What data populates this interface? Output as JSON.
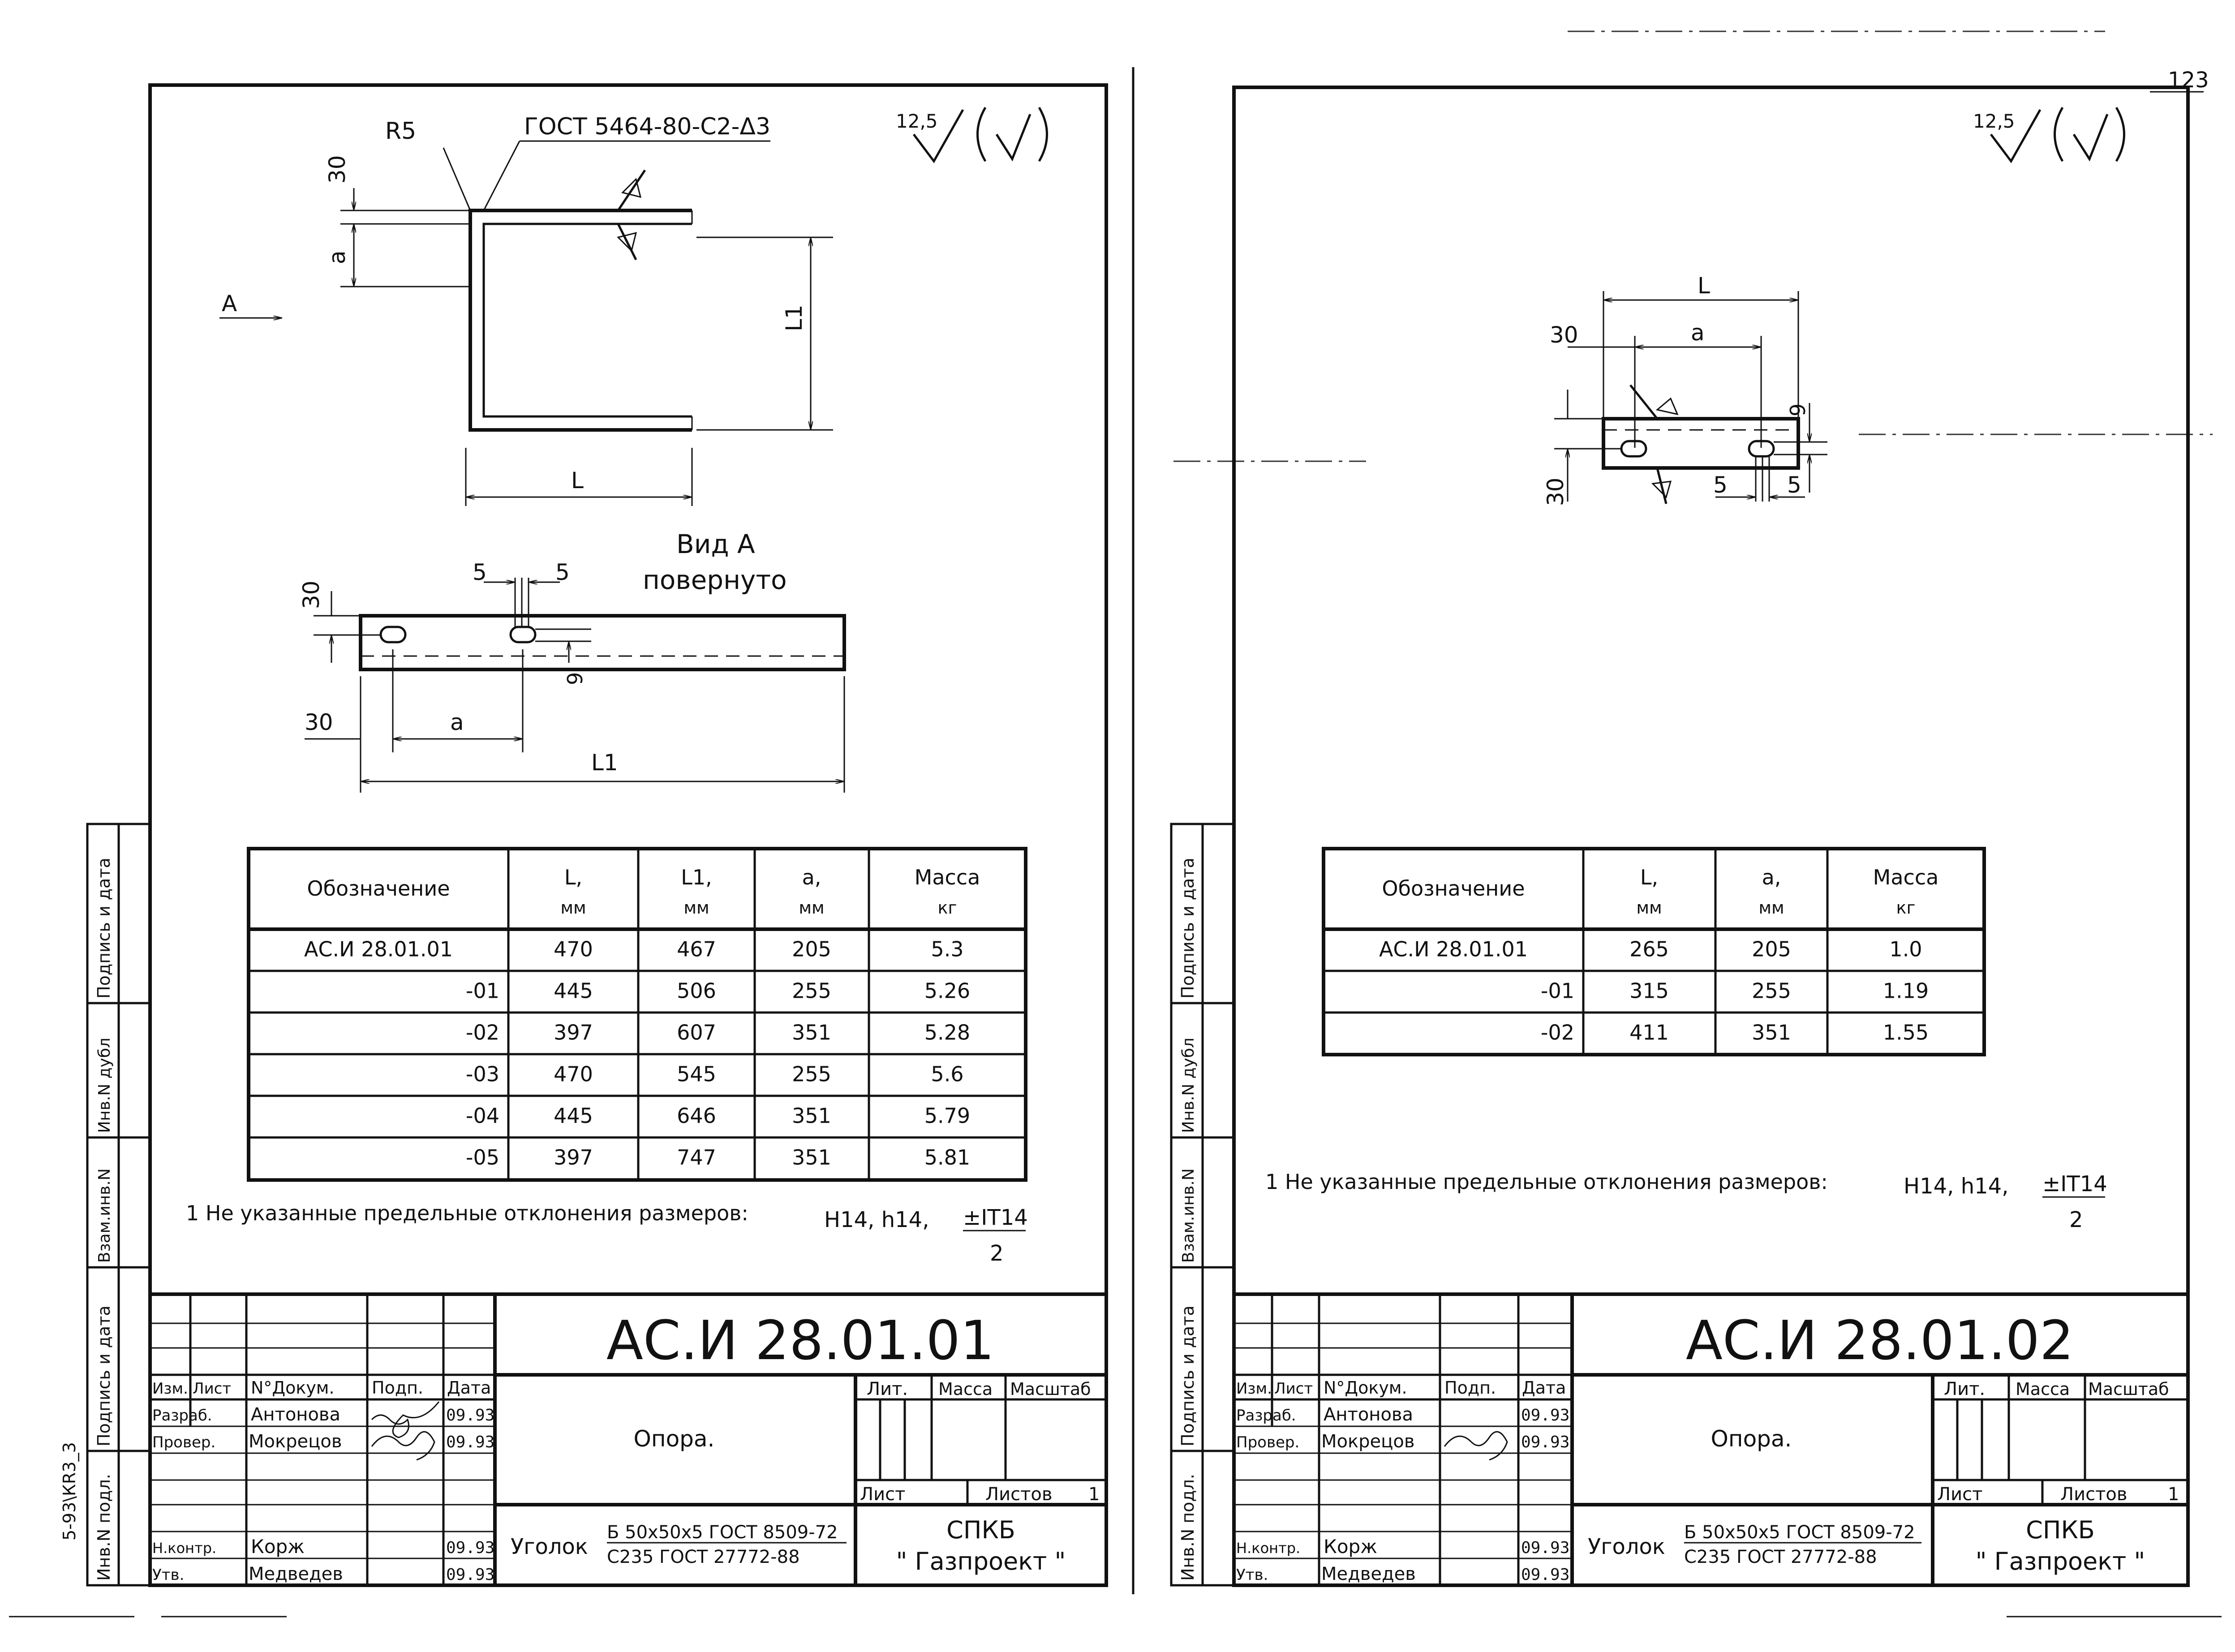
{
  "page_number": "123",
  "margin_stamp": {
    "podpis_data": "Подпись и дата",
    "inv_dubl": "Инв.N дубл",
    "vzam_inv": "Взам.инв.N",
    "podpis_data2": "Подпись и дата",
    "inv_podl": "Инв.N подл.",
    "archive_code": "5-93\\КR3_3"
  },
  "sheet1": {
    "roughness": "12,5",
    "drawing": {
      "radius": "R5",
      "weld_standard": "ГОСТ 5464-80-С2-Δ3",
      "view_arrow": "A",
      "view_title_line1": "Вид A",
      "view_title_line2": "повернуто",
      "dims": {
        "d30": "30",
        "a": "a",
        "L1": "L1",
        "L": "L",
        "d5": "5",
        "d9": "9"
      }
    },
    "table": {
      "headers": [
        "Обозначение",
        "L,\nмм",
        "L1,\nмм",
        "a,\nмм",
        "Масса\nкг"
      ],
      "header_line1": [
        "Обозначение",
        "L,",
        "L1,",
        "a,",
        "Масса"
      ],
      "header_line2": [
        "",
        "мм",
        "мм",
        "мм",
        "кг"
      ],
      "rows": [
        [
          "АС.И 28.01.01",
          "470",
          "467",
          "205",
          "5.3"
        ],
        [
          "-01",
          "445",
          "506",
          "255",
          "5.26"
        ],
        [
          "-02",
          "397",
          "607",
          "351",
          "5.28"
        ],
        [
          "-03",
          "470",
          "545",
          "255",
          "5.6"
        ],
        [
          "-04",
          "445",
          "646",
          "351",
          "5.79"
        ],
        [
          "-05",
          "397",
          "747",
          "351",
          "5.81"
        ]
      ]
    },
    "note": "1 Не указанные предельные отклонения размеров:",
    "tolerance": "H14, h14,",
    "tolerance_fraction_top": "±IT14",
    "tolerance_fraction_bottom": "2",
    "title_block": {
      "designation": "АС.И 28.01.01",
      "name": "Опора.",
      "col_headers": [
        "Изм.",
        "Лист",
        "N°Докум.",
        "Подп.",
        "Дата"
      ],
      "lit": "Лит.",
      "massa": "Масса",
      "masshtab": "Масштаб",
      "list": "Лист",
      "listov": "Листов",
      "listov_value": "1",
      "rows": [
        {
          "role": "Разраб.",
          "name": "Антонова",
          "date": "09.93"
        },
        {
          "role": "Провер.",
          "name": "Мокрецов",
          "date": "09.93"
        },
        {
          "role": "Н.контр.",
          "name": "Корж",
          "date": "09.93"
        },
        {
          "role": "Утв.",
          "name": "Медведев",
          "date": "09.93"
        }
      ],
      "material_label": "Уголок",
      "material_line1": "Б 50х50х5 ГОСТ 8509-72",
      "material_line2": "С235 ГОСТ 27772-88",
      "org_line1": "СПКБ",
      "org_line2": "\" Газпроект \""
    }
  },
  "sheet2": {
    "roughness": "12,5",
    "drawing": {
      "dims": {
        "L": "L",
        "d30": "30",
        "a": "a",
        "d9": "9",
        "d5": "5"
      }
    },
    "table": {
      "header_line1": [
        "Обозначение",
        "L,",
        "a,",
        "Масса"
      ],
      "header_line2": [
        "",
        "мм",
        "мм",
        "кг"
      ],
      "rows": [
        [
          "АС.И 28.01.01",
          "265",
          "205",
          "1.0"
        ],
        [
          "-01",
          "315",
          "255",
          "1.19"
        ],
        [
          "-02",
          "411",
          "351",
          "1.55"
        ]
      ]
    },
    "note": "1 Не указанные предельные отклонения размеров:",
    "tolerance": "H14, h14,",
    "tolerance_fraction_top": "±IT14",
    "tolerance_fraction_bottom": "2",
    "title_block": {
      "designation": "АС.И 28.01.02",
      "name": "Опора.",
      "col_headers": [
        "Изм.",
        "Лист",
        "N°Докум.",
        "Подп.",
        "Дата"
      ],
      "lit": "Лит.",
      "massa": "Масса",
      "masshtab": "Масштаб",
      "list": "Лист",
      "listov": "Листов",
      "listov_value": "1",
      "rows": [
        {
          "role": "Разраб.",
          "name": "Антонова",
          "date": "09.93"
        },
        {
          "role": "Провер.",
          "name": "Мокрецов",
          "date": "09.93"
        },
        {
          "role": "Н.контр.",
          "name": "Корж",
          "date": "09.93"
        },
        {
          "role": "Утв.",
          "name": "Медведев",
          "date": "09.93"
        }
      ],
      "material_label": "Уголок",
      "material_line1": "Б 50х50х5 ГОСТ 8509-72",
      "material_line2": "С235 ГОСТ 27772-88",
      "org_line1": "СПКБ",
      "org_line2": "\" Газпроект \""
    }
  }
}
